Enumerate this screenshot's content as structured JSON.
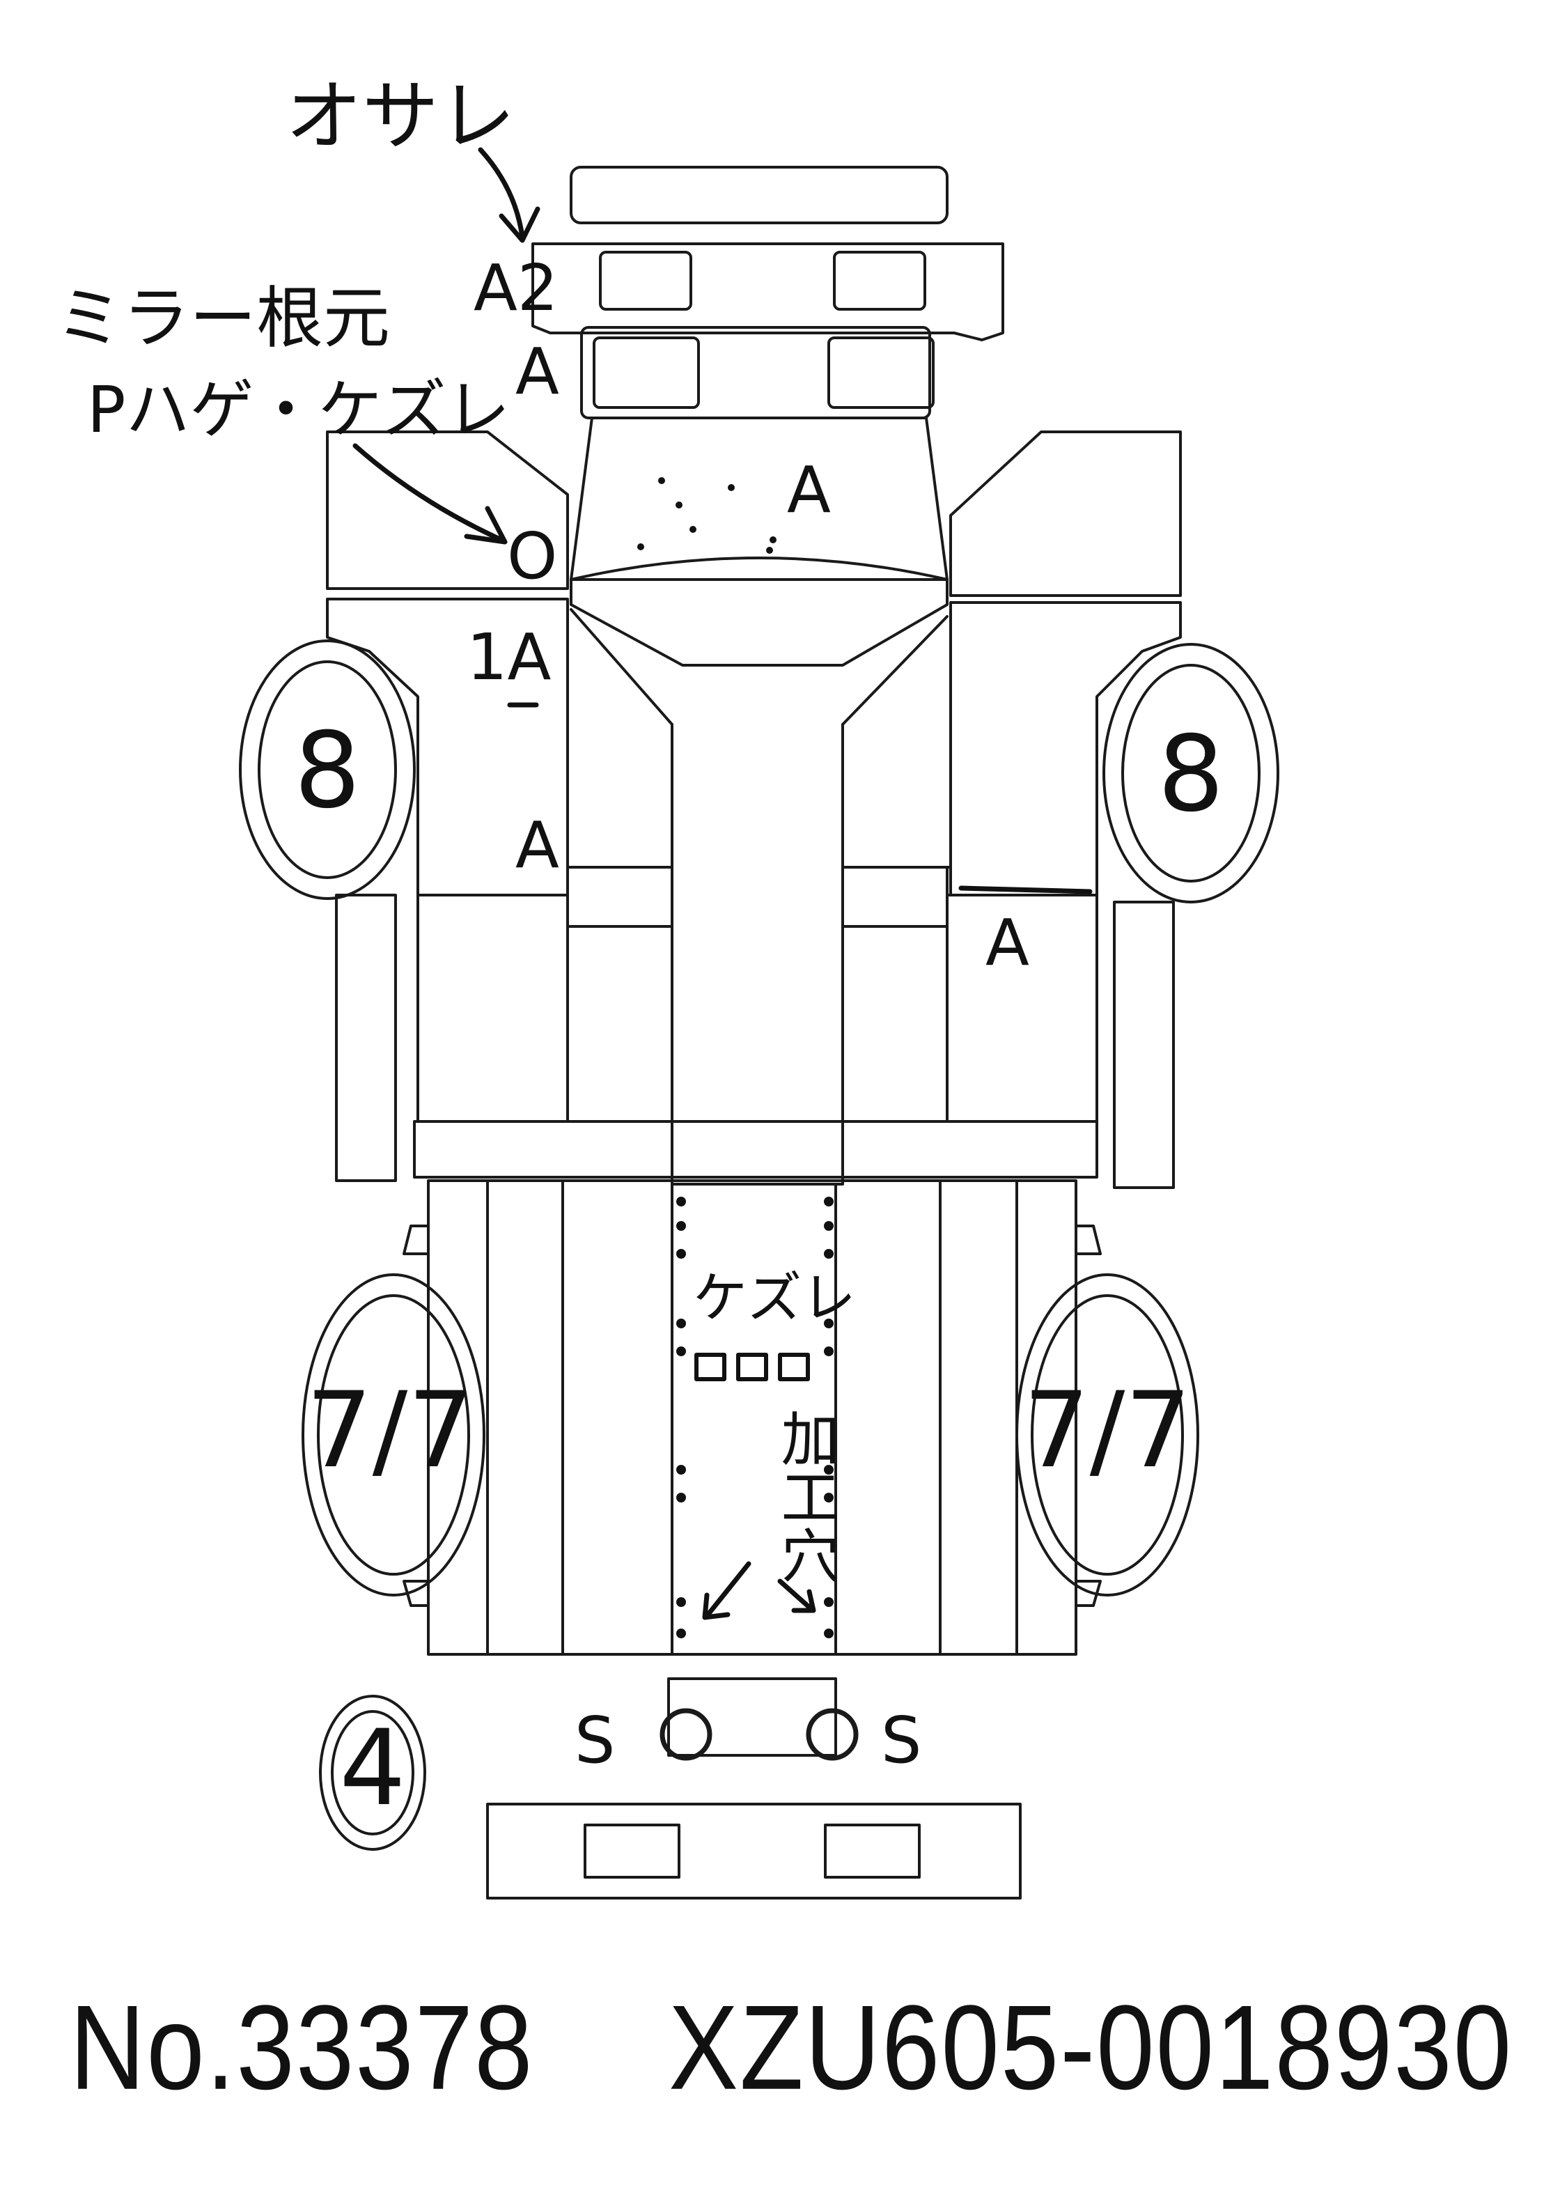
{
  "notes": {
    "osare": "オサレ",
    "mirror_base_line1": "ミラー根元",
    "mirror_base_line2": "Pハゲ・ケズレ",
    "kezure": "ケズレ",
    "kako_ana": "加工穴"
  },
  "grades": {
    "front_bumper": "A2",
    "grille": "A",
    "windshield": "A",
    "left_mirror": "O",
    "left_door_upper": "1A",
    "left_door_lower": "A",
    "right_door": "A",
    "left_rear": "S",
    "right_rear": "S"
  },
  "tires": {
    "front_left": "8",
    "front_right": "8",
    "rear_left": "7/7",
    "rear_right": "7/7",
    "spare": "4"
  },
  "footer": {
    "number": "No.33378",
    "chassis": "XZU605-0018930"
  }
}
